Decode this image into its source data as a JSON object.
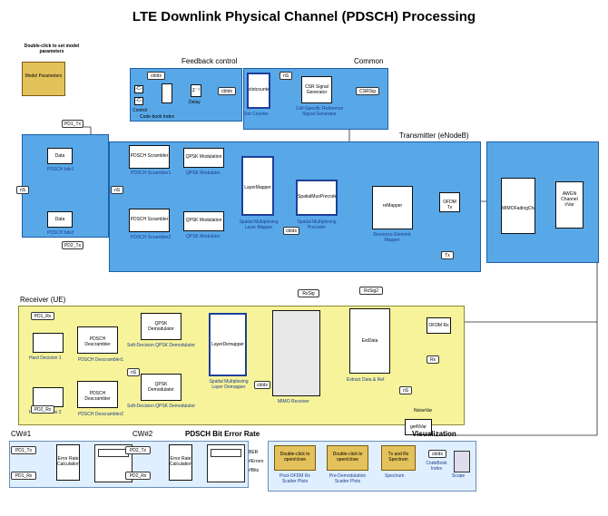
{
  "title": "LTE Downlink Physical Channel (PDSCH) Processing",
  "sections": {
    "params_hint": "Double-click to set model parameters",
    "params_block": "Model Parameters",
    "feedback": "Feedback control",
    "common": "Common",
    "transmitter": "Transmitter (eNodeB)",
    "receiver": "Receiver (UE)",
    "cw1": "CW#1",
    "cw2": "CW#2",
    "ber": "PDSCH Bit Error Rate",
    "visualization": "Visualization"
  },
  "feedback": {
    "c1": "-C-",
    "c2": "-C-",
    "control": "Control",
    "cbidx": "cbIdx",
    "cbidx_out": "cbIdx",
    "delay_block": "z⁻¹",
    "delay": "Delay",
    "switch_label": "Code-book Index"
  },
  "common": {
    "slot_counter": "Slot Counter",
    "slot_inner": "slotcounter",
    "ns": "nS",
    "csr_gen": "CSR Signal Generator",
    "csr_label": "Cell-Specific Reference Signal Generator",
    "csrsig": "CSRSig"
  },
  "datasource": {
    "ds1": "Data Source",
    "ds2": "Data Source",
    "bits1": "PDSCH bits1",
    "bits2": "PDSCH bits2",
    "ns": "nS",
    "d1tx": "PD1_Tx",
    "d2tx": "PD2_Tx"
  },
  "transmitter": {
    "scr1": "PDSCH Scrambler",
    "scr1_label": "PDSCH Scrambler1",
    "scr2": "PDSCH Scrambler",
    "scr2_label": "PDSCH Scrambler2",
    "mod1": "QPSK Modulation",
    "mod1_label": "QPSK Modulator",
    "mod2": "QPSK Modulation",
    "mod2_label": "QPSK Modulator",
    "layer": "LayerMapper",
    "layer_label": "Spatial Multiplexing Layer Mapper",
    "precoder": "SpatialMuxPrecoder",
    "precoder_label": "Spatial Multiplexing Precoder",
    "re": "reMapper",
    "re_label": "Resource Element Mapper",
    "cbidx": "cbIdx",
    "ns": "nS",
    "ofdm_tx": "OFDM Tx",
    "tx": "Tx"
  },
  "channel": {
    "fading": "MIMOFadingChan",
    "awgn": "AWGN Channel",
    "nvar": "nVar"
  },
  "receiver": {
    "rxsig": "RxSig",
    "rxsig2": "RxSig2",
    "ofdm_rx": "OFDM Rx",
    "rx": "Rx",
    "extract": "ExtData",
    "extract_label": "Extract Data & Ref",
    "mimo": "MIMO Receiver",
    "layer_demap": "LayerDemapper",
    "layer_demap_label": "Spatial Multiplexing Layer Demapper",
    "demod1": "QPSK Demodulator",
    "demod1_label": "Soft-Decision QPSK Demodulator",
    "demod2": "QPSK Demodulator",
    "demod2_label": "Soft-Decision QPSK Demodulator",
    "descr1": "PDSCH Descrambler",
    "descr1_label": "PDSCH Descrambler1",
    "descr2": "PDSCH Descrambler",
    "descr2_label": "PDSCH Descrambler2",
    "hard1": "Hard Decision 1",
    "hard2": "Hard Decision 2",
    "d1rx": "PD1_Rx",
    "d2rx": "PD2_Rx",
    "noisevar": "NoiseVar",
    "getnvar": "getNVar",
    "ns": "nS",
    "cbidx": "cbIdx"
  },
  "ber": {
    "cw1_tx": "PD1_Tx",
    "cw1_rx": "PD1_Rx",
    "cw1_calc": "Error Rate Calculation",
    "cw2_tx": "PD2_Tx",
    "cw2_rx": "PD2_Rx",
    "cw2_calc": "Error Rate Calculation",
    "ber": "BER",
    "errors": "#Errors",
    "bits": "#Bits"
  },
  "visualization": {
    "b1": "Double-click to open/close",
    "b1_label": "Post-OFDM Rx Scatter Plots",
    "b2": "Double-click to open/close",
    "b2_label": "Pre-Demodulation Scatter Plots",
    "b3": "Tx and Rx Spectrum",
    "b3_label": "Spectrum",
    "cbidx": "cbIdx",
    "cb_label": "CodeBook Index",
    "scope": "Scope"
  },
  "colors": {
    "blue_area": "#58a8e8",
    "yellow_area": "#f6f39a",
    "tan_block": "#e3c25b",
    "light_area": "#dfefff"
  }
}
